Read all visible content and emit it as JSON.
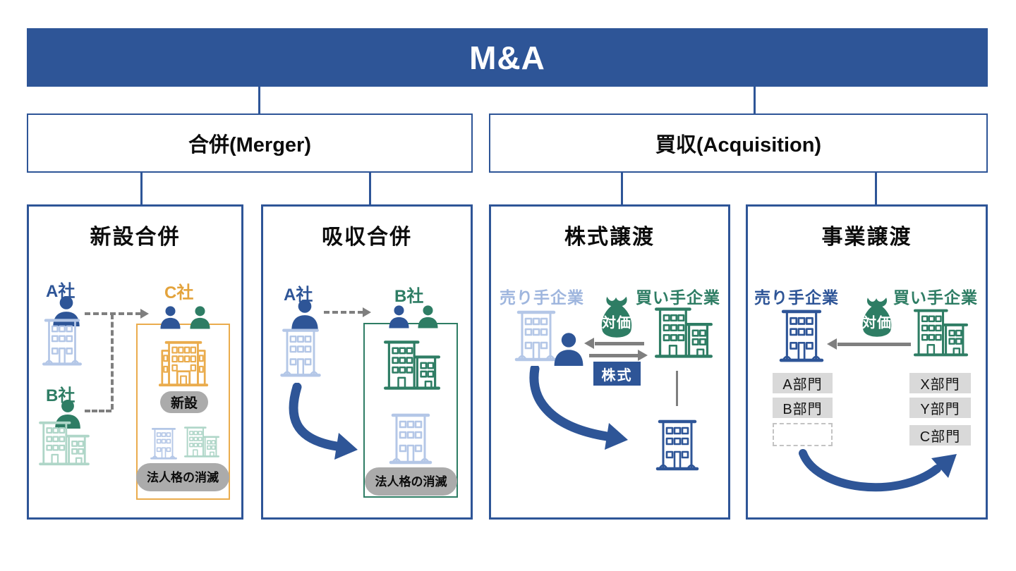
{
  "title": "M&A",
  "branches": {
    "merger": {
      "label": "合併(Merger)"
    },
    "acquisition": {
      "label": "買収(Acquisition)"
    }
  },
  "panels": {
    "shinsetsu": {
      "title": "新設合併",
      "company_a": "A社",
      "company_b": "B社",
      "company_c": "C社",
      "new_label": "新設",
      "dissolution_label": "法人格の消滅"
    },
    "kyushu": {
      "title": "吸収合併",
      "company_a": "A社",
      "company_b": "B社",
      "dissolution_label": "法人格の消滅"
    },
    "kabushiki": {
      "title": "株式譲渡",
      "seller": "売り手企業",
      "buyer": "買い手企業",
      "consideration": "対価",
      "stock": "株式"
    },
    "jigyo": {
      "title": "事業譲渡",
      "seller": "売り手企業",
      "buyer": "買い手企業",
      "consideration": "対価",
      "seller_departments": [
        "A部門",
        "B部門"
      ],
      "buyer_departments": [
        "X部門",
        "Y部門",
        "C部門"
      ]
    }
  },
  "palette": {
    "banner_blue": "#2E5597",
    "line_blue": "#2E5597",
    "dark_blue": "#2E5597",
    "green": "#2E7D64",
    "light_blue": "#B4C7E7",
    "light_green": "#AFD6C8",
    "yellow": "#EAAC4D",
    "yellow_text": "#E3A33C",
    "periwinkle_text": "#9FB6DE",
    "gray": "#7F7F7F",
    "pill_gray": "#ABABAB",
    "dept_gray": "#D9D9D9",
    "dash_border": "#C3C3C3"
  }
}
